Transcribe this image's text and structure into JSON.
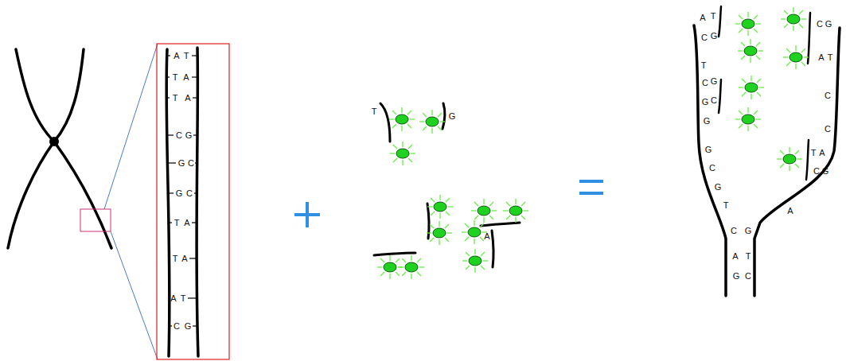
{
  "diagram": {
    "labels": [
      "A",
      "T",
      "T",
      "A",
      "T",
      "A",
      "C",
      "G",
      "G",
      "C",
      "G",
      "C",
      "T",
      "A",
      "T",
      "A",
      "A",
      "T",
      "C",
      "G",
      "T",
      "G",
      "A",
      "A",
      "T",
      "C",
      "G",
      "T",
      "C",
      "G",
      "G",
      "C",
      "G",
      "G",
      "C",
      "G",
      "T",
      "C",
      "G",
      "A",
      "T",
      "G",
      "C",
      "C",
      "G",
      "A",
      "T",
      "C",
      "C",
      "T",
      "A",
      "C",
      "G",
      "A"
    ]
  }
}
